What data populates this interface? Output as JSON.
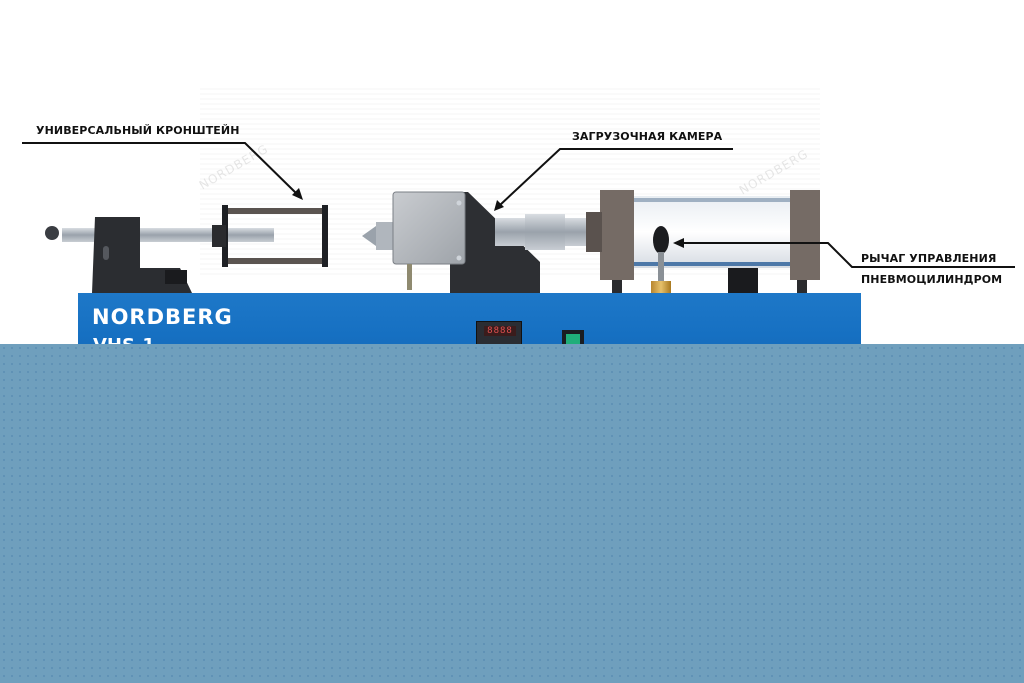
{
  "product": {
    "brand": "NORDBERG",
    "model": "VHS-1",
    "controller_display": "8888",
    "watermark": "NORDBERG"
  },
  "callouts": [
    {
      "id": "bracket",
      "label": "УНИВЕРСАЛЬНЫЙ КРОНШТЕЙН"
    },
    {
      "id": "chamber",
      "label": "ЗАГРУЗОЧНАЯ КАМЕРА"
    },
    {
      "id": "lever",
      "label_line1": "РЫЧАГ УПРАВЛЕНИЯ",
      "label_line2": "ПНЕВМОЦИЛИНДРОМ"
    }
  ],
  "colors": {
    "body_blue": "#1670c2",
    "overlay": "#6f9fbd",
    "switch_green": "#1fae7a",
    "display_red": "#e05050"
  }
}
